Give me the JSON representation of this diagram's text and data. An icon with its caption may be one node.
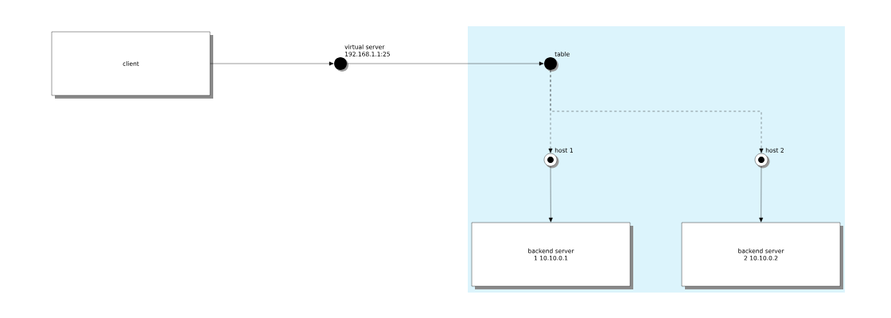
{
  "diagram": {
    "nodes": [
      {
        "text": [
          "client"
        ]
      },
      {
        "text": [],
        "shape": "circle",
        "beside": [
          "virtual server 192.168.1.1:25"
        ]
      },
      {
        "text": [],
        "shape": "box"
      },
      {
        "text": [],
        "shape": "circle",
        "beside": [
          "table"
        ],
        "in": 2
      },
      {
        "text": [],
        "shape": "circle",
        "beside": [
          "host 1"
        ],
        "in": 2
      },
      {
        "text": [],
        "shape": "circle",
        "beside": [
          "host 2"
        ],
        "in": 2
      },
      {
        "text": [
          "backend server 1 10.10.0.1"
        ],
        "in": 2
      },
      {
        "text": [
          "backend server 2 10.10.0.2"
        ],
        "in": 2
      }
    ],
    "edges": [
      {
        "from": 0,
        "to": 1,
        "arrow": "to"
      },
      {
        "from": 1,
        "to": 3,
        "arrow": "to"
      },
      {
        "from": 3,
        "to": 4,
        "arrow": "to",
        "style": "dashed"
      },
      {
        "from": 3,
        "to": 5,
        "arrow": "to",
        "style": "dashed"
      },
      {
        "from": 4,
        "to": 6,
        "arrow": "to"
      },
      {
        "from": 5,
        "to": 7,
        "arrow": "to"
      }
    ]
  }
}
